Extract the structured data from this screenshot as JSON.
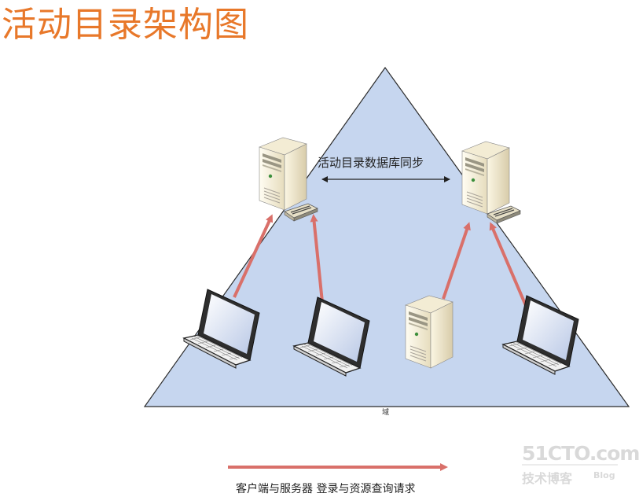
{
  "title": "活动目录架构图",
  "sync_label": "活动目录数据库同步",
  "domain_label": "域",
  "legend_label": "客户端与服务器 登录与资源查询请求",
  "watermark": {
    "main": "51CTO.com",
    "sub": "技术博客",
    "blog": "Blog"
  },
  "colors": {
    "title": "#e8782a",
    "triangle_fill": "#c6d6ef",
    "arrow": "#d9706a",
    "watermark": "#d9d9d9"
  },
  "nodes": [
    {
      "id": "dc-left",
      "type": "server",
      "icon": "server-with-nic-icon"
    },
    {
      "id": "dc-right",
      "type": "server",
      "icon": "server-with-nic-icon"
    },
    {
      "id": "laptop-1",
      "type": "laptop",
      "icon": "laptop-icon"
    },
    {
      "id": "laptop-2",
      "type": "laptop",
      "icon": "laptop-icon"
    },
    {
      "id": "member-server",
      "type": "server",
      "icon": "server-icon"
    },
    {
      "id": "laptop-3",
      "type": "laptop",
      "icon": "laptop-icon"
    }
  ],
  "edges": [
    {
      "from": "laptop-1",
      "to": "dc-left"
    },
    {
      "from": "laptop-2",
      "to": "dc-left"
    },
    {
      "from": "member-server",
      "to": "dc-right"
    },
    {
      "from": "laptop-3",
      "to": "dc-right"
    },
    {
      "from": "dc-left",
      "to": "dc-right",
      "bidirectional": true
    }
  ]
}
